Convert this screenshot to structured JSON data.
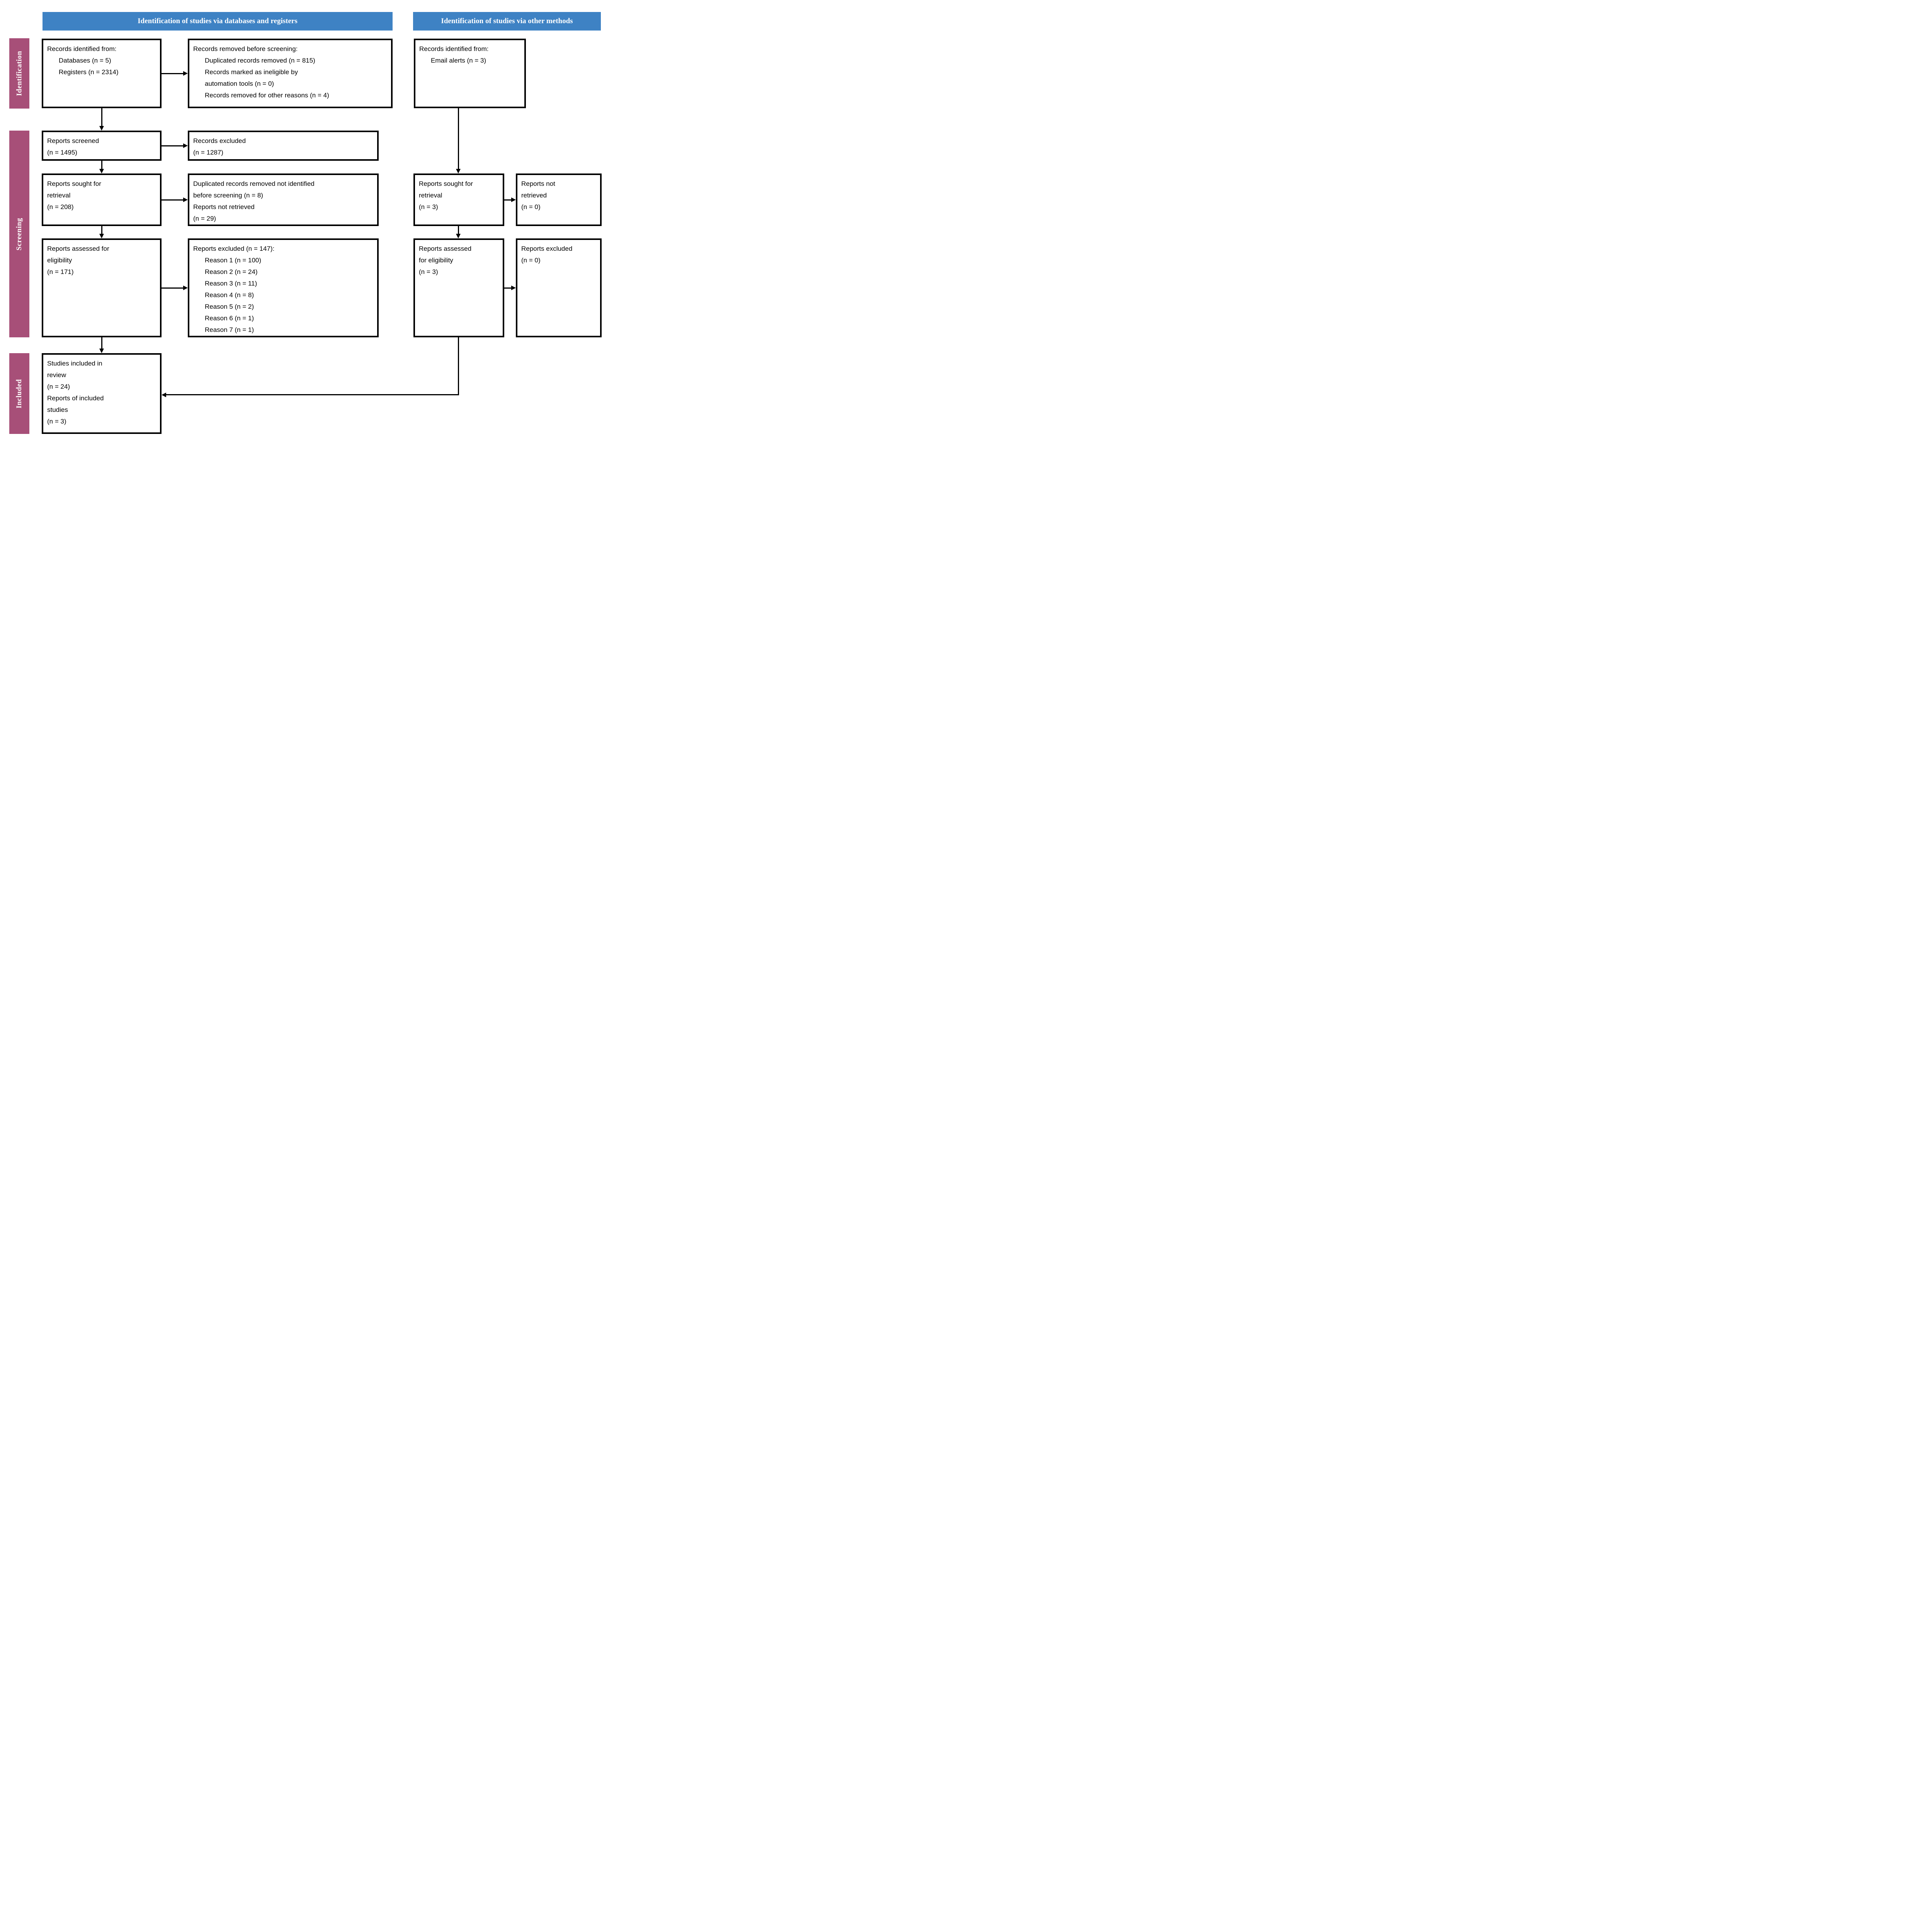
{
  "headers": {
    "databases": "Identification of studies via databases and registers",
    "other": "Identification of studies via other methods"
  },
  "stage_labels": {
    "identification": "Identification",
    "screening": "Screening",
    "included": "Included"
  },
  "colors": {
    "header_blue": "#3E82C4",
    "stage_pink": "#A74F78",
    "line_black": "#000000"
  },
  "boxes": {
    "records_identified": {
      "lines": [
        "Records identified from:",
        "Databases (n = 5)",
        "Registers (n = 2314)"
      ]
    },
    "records_removed": {
      "lines": [
        "Records removed before screening:",
        "Duplicated records removed (n = 815)",
        "Records marked as ineligible by",
        "automation tools (n = 0)",
        "Records removed for other reasons (n = 4)"
      ]
    },
    "email_identified": {
      "lines": [
        "Records identified from:",
        "Email alerts (n = 3)"
      ]
    },
    "reports_screened": {
      "lines": [
        "Reports screened",
        "(n = 1495)"
      ]
    },
    "records_excluded": {
      "lines": [
        "Records excluded",
        "(n = 1287)"
      ]
    },
    "reports_sought": {
      "lines": [
        "Reports sought for",
        "retrieval",
        "(n = 208)"
      ]
    },
    "duplicates_not_identified": {
      "lines": [
        "Duplicated records removed not identified",
        "before screening (n = 8)",
        "Reports not retrieved",
        "(n = 29)"
      ]
    },
    "reports_sought_other": {
      "lines": [
        "Reports sought for",
        "retrieval",
        "(n = 3)"
      ]
    },
    "reports_not_retrieved": {
      "lines": [
        "Reports not",
        "retrieved",
        "(n = 0)"
      ]
    },
    "reports_assessed": {
      "lines": [
        "Reports assessed for",
        "eligibility",
        "(n = 171)"
      ]
    },
    "reports_excluded_reasons": {
      "lines": [
        "Reports excluded (n = 147):",
        "Reason 1 (n = 100)",
        "Reason 2 (n = 24)",
        "Reason 3 (n = 11)",
        "Reason 4 (n = 8)",
        "Reason 5 (n = 2)",
        "Reason 6 (n = 1)",
        "Reason 7 (n = 1)"
      ]
    },
    "reports_assessed_other": {
      "lines": [
        "Reports assessed",
        "for eligibility",
        "(n = 3)"
      ]
    },
    "reports_excluded_other": {
      "lines": [
        "Reports excluded",
        "(n = 0)"
      ]
    },
    "studies_included": {
      "lines": [
        "Studies included in",
        "review",
        "(n = 24)",
        "Reports of included",
        "studies",
        "(n = 3)"
      ]
    }
  }
}
